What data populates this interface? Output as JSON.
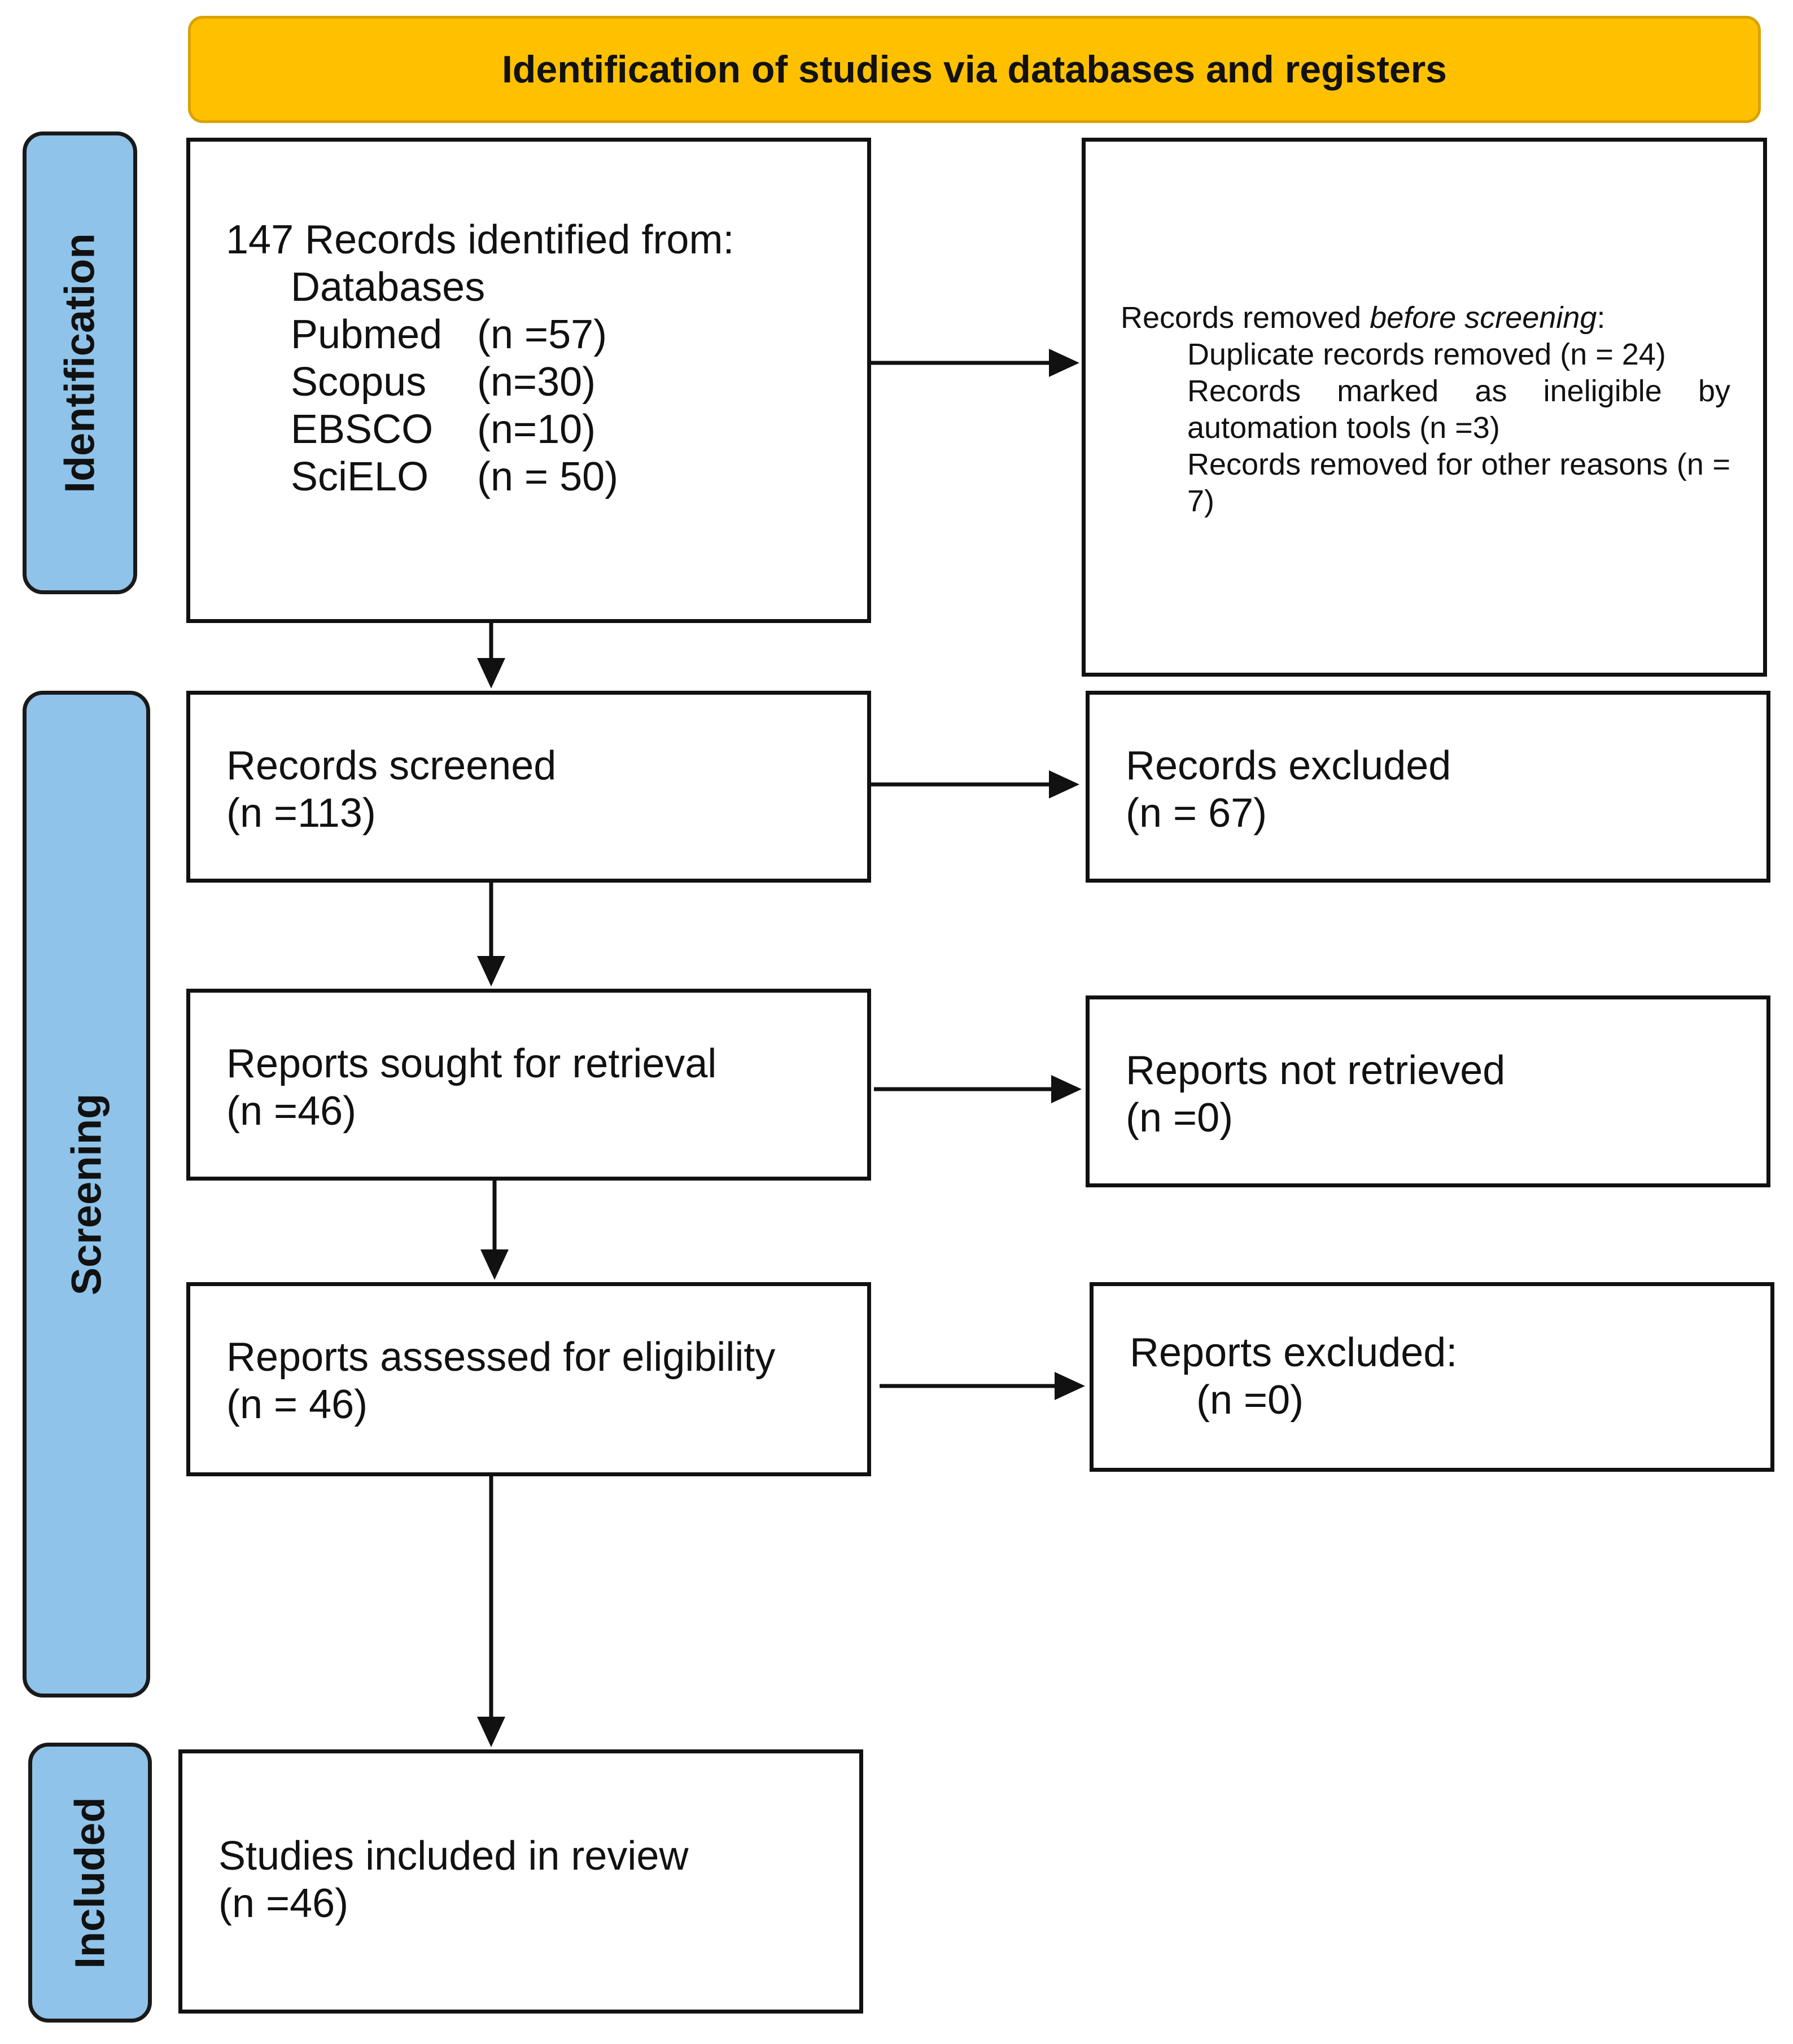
{
  "header": {
    "title": "Identification of studies via databases and registers"
  },
  "phases": {
    "identification": "Identification",
    "screening": "Screening",
    "included": "Included"
  },
  "identified": {
    "heading": "147 Records identified from:",
    "subheading": "Databases",
    "sources": [
      {
        "name": "Pubmed",
        "count": "(n =57)"
      },
      {
        "name": "Scopus",
        "count": "(n=30)"
      },
      {
        "name": "EBSCO",
        "count": "(n=10)"
      },
      {
        "name": "SciELO",
        "count": "(n = 50)"
      }
    ]
  },
  "removed": {
    "heading_prefix": "Records removed ",
    "heading_emphasis": "before screening",
    "heading_suffix": ":",
    "items": [
      "Duplicate records removed (n = 24)",
      "Records marked as ineligible by automation tools (n =3)",
      "Records removed for other reasons (n = 7)"
    ]
  },
  "screened": {
    "label": "Records screened",
    "count": "(n =113)"
  },
  "excluded": {
    "label": "Records excluded",
    "count": "(n = 67)"
  },
  "sought": {
    "label": "Reports sought for retrieval",
    "count": "(n =46)"
  },
  "not_retrieved": {
    "label": "Reports not retrieved",
    "count": "(n =0)"
  },
  "assessed": {
    "label": "Reports assessed for eligibility",
    "count": "(n = 46)"
  },
  "reports_excluded": {
    "label": "Reports excluded:",
    "count": "(n =0)"
  },
  "included": {
    "label": "Studies included in review",
    "count": "(n =46)"
  }
}
